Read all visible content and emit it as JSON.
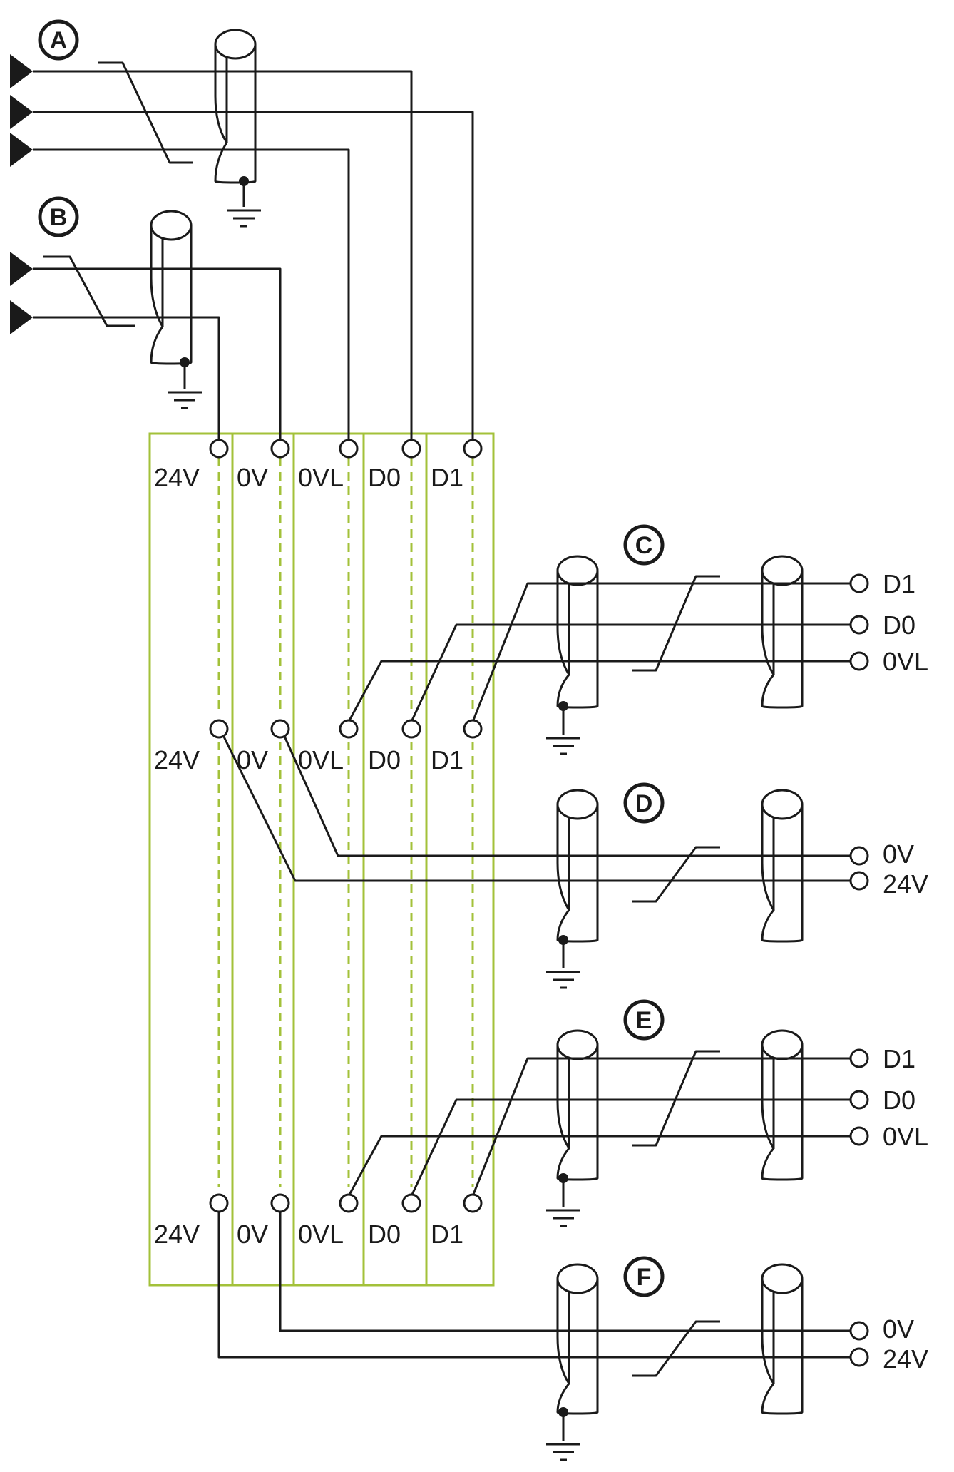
{
  "badges": {
    "a": "A",
    "b": "B",
    "c": "C",
    "d": "D",
    "e": "E",
    "f": "F"
  },
  "terminal_rows": [
    [
      "24V",
      "0V",
      "0VL",
      "D0",
      "D1"
    ],
    [
      "24V",
      "0V",
      "0VL",
      "D0",
      "D1"
    ],
    [
      "24V",
      "0V",
      "0VL",
      "D0",
      "D1"
    ]
  ],
  "cable_c": [
    "D1",
    "D0",
    "0VL"
  ],
  "cable_d": [
    "0V",
    "24V"
  ],
  "cable_e": [
    "D1",
    "D0",
    "0VL"
  ],
  "cable_f": [
    "0V",
    "24V"
  ],
  "colors": {
    "terminal_block": "#a3c13a",
    "wire": "#1a1a1a"
  }
}
